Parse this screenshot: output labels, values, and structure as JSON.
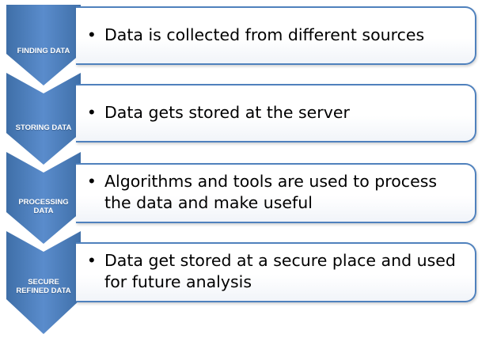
{
  "colors": {
    "chevron_fill": "#4f81bd",
    "box_border": "#4f81bd",
    "text": "#000000",
    "chevron_text": "#ffffff"
  },
  "steps": [
    {
      "label": "FINDING DATA",
      "text": "Data is collected from different sources"
    },
    {
      "label": "STORING DATA",
      "text": "Data gets stored at the server"
    },
    {
      "label": "PROCESSING\nDATA",
      "text": "Algorithms and tools are used to process the data and make useful"
    },
    {
      "label": "SECURE\nREFINED DATA",
      "text": "Data get stored at a secure place and used for future analysis"
    }
  ]
}
